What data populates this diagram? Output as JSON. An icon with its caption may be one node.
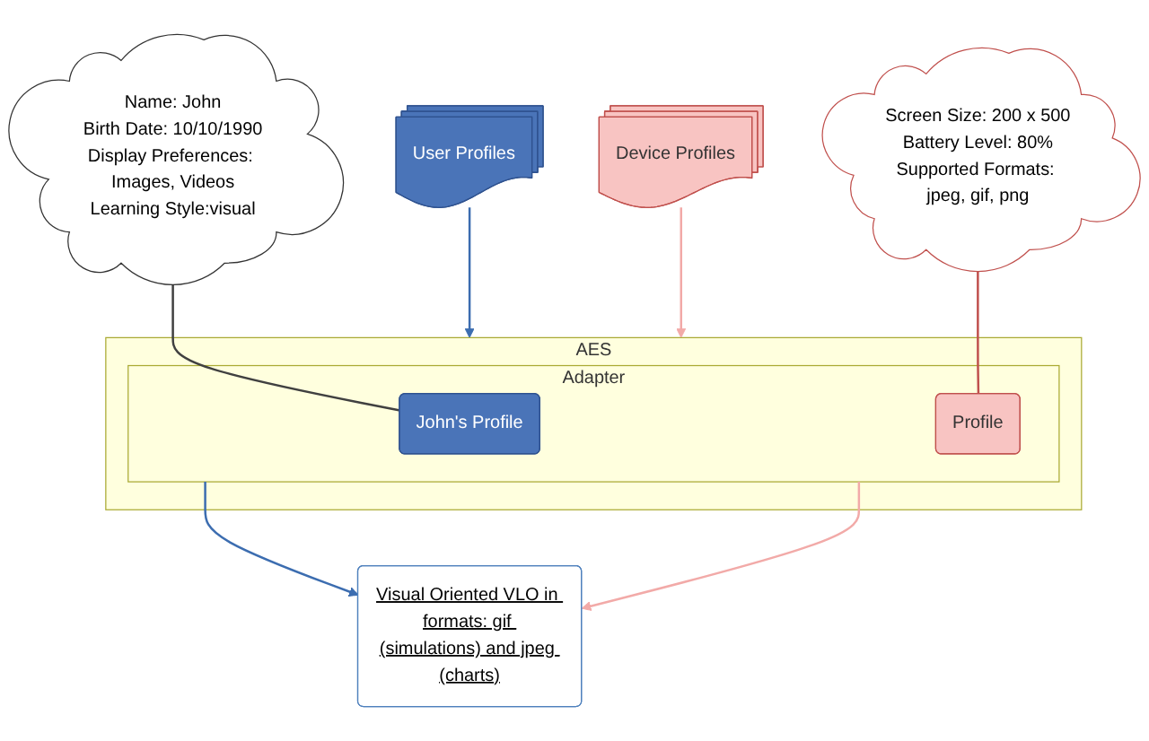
{
  "diagram": {
    "nodes": [
      {
        "text": [
          "User Profiles"
        ]
      },
      {
        "text": [
          "Device Profiles"
        ]
      },
      {
        "text": [
          "AES"
        ]
      },
      {
        "text": [
          "Adapter"
        ],
        "in": 2
      },
      {
        "text": [
          "John's Profile"
        ],
        "in": 3
      },
      {
        "text": [
          "Profile"
        ],
        "in": 3
      },
      {
        "text": [
          "Name: John",
          "Birth Date: 10/10/1990",
          "Display Preferences: Images, Videos",
          "Learning Style:visual"
        ]
      },
      {
        "text": [
          "Screen Size: 200 x 500",
          "Battery Level: 80%",
          "Supported Formats: jpeg, gif, png"
        ]
      },
      {
        "text": [
          "Visual Oriented VLO in formats: gif (simulations) and jpeg (charts)"
        ]
      }
    ],
    "edges": [
      {
        "from": 0,
        "to": 2,
        "arrow": "to",
        "color": "#3c6db0"
      },
      {
        "from": 1,
        "to": 2,
        "arrow": "to",
        "color": "#f2aaa8"
      },
      {
        "from": 6,
        "to": 4,
        "arrow": "none",
        "color": "#404040"
      },
      {
        "from": 7,
        "to": 5,
        "arrow": "none",
        "color": "#c0504d"
      },
      {
        "from": 3,
        "to": 8,
        "arrow": "to",
        "color": "#3c6db0"
      },
      {
        "from": 3,
        "to": 8,
        "arrow": "to",
        "color": "#f2aaa8"
      }
    ]
  }
}
